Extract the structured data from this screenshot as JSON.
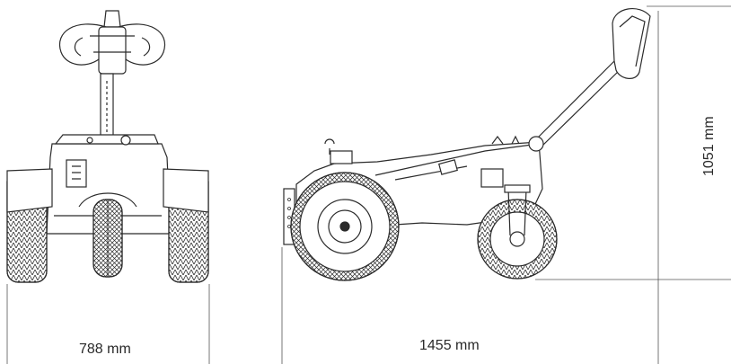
{
  "dimensions": {
    "width_label": "788 mm",
    "length_label": "1455 mm",
    "height_label": "1051 mm"
  },
  "colors": {
    "line": "#2b2b2b",
    "dimension_line": "#555555",
    "background": "#ffffff"
  },
  "icons": [
    "front-view-drawing",
    "side-view-drawing"
  ]
}
